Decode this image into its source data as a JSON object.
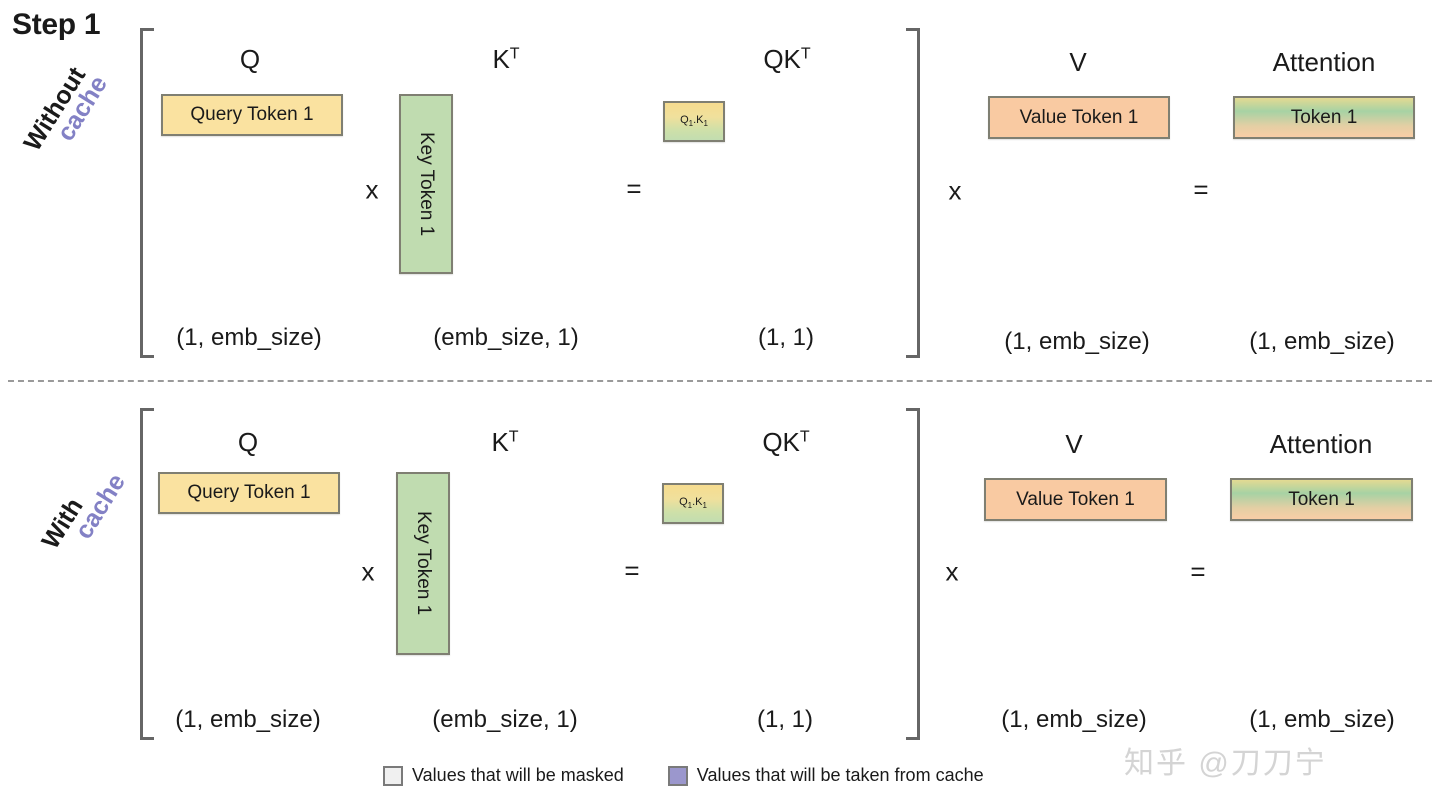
{
  "title": "Step 1",
  "sections": [
    {
      "id": "without-cache",
      "label_line1": "Without",
      "label_line2": "cache",
      "headers": {
        "q": "Q",
        "k": "K",
        "k_sup": "T",
        "qk": "QK",
        "qk_sup": "T",
        "v": "V",
        "attention": "Attention"
      },
      "boxes": {
        "query": "Query Token 1",
        "key": "Key Token 1",
        "qk_value": "Q",
        "qk_sub1": "1",
        "qk_mid": ".K",
        "qk_sub2": "1",
        "value": "Value Token 1",
        "attention": "Token 1"
      },
      "operators": {
        "mul1": "x",
        "eq1": "=",
        "mul2": "x",
        "eq2": "="
      },
      "dims": {
        "q": "(1, emb_size)",
        "k": "(emb_size, 1)",
        "qk": "(1, 1)",
        "v": "(1, emb_size)",
        "attention": "(1, emb_size)"
      }
    },
    {
      "id": "with-cache",
      "label_line1": "With",
      "label_line2": "cache",
      "headers": {
        "q": "Q",
        "k": "K",
        "k_sup": "T",
        "qk": "QK",
        "qk_sup": "T",
        "v": "V",
        "attention": "Attention"
      },
      "boxes": {
        "query": "Query Token 1",
        "key": "Key Token 1",
        "qk_value": "Q",
        "qk_sub1": "1",
        "qk_mid": ".K",
        "qk_sub2": "1",
        "value": "Value Token 1",
        "attention": "Token 1"
      },
      "operators": {
        "mul1": "x",
        "eq1": "=",
        "mul2": "x",
        "eq2": "="
      },
      "dims": {
        "q": "(1, emb_size)",
        "k": "(emb_size, 1)",
        "qk": "(1, 1)",
        "v": "(1, emb_size)",
        "attention": "(1, emb_size)"
      }
    }
  ],
  "legend": [
    {
      "swatch": "masked",
      "text": "Values that will be masked"
    },
    {
      "swatch": "cache",
      "text": "Values that will be taken from cache"
    }
  ],
  "watermark": "知乎 @刀刀宁",
  "colors": {
    "query_fill": "#fae2a0",
    "key_fill": "#c0dcb0",
    "value_fill": "#f9caa2",
    "box_border": "#7f7f72",
    "accent_purple": "#8381c5",
    "bracket": "#666666",
    "divider": "#9a9a9a",
    "legend_masked": "#f0f0f0",
    "legend_cache": "#9b97cd",
    "watermark": "#d4d4d4"
  }
}
